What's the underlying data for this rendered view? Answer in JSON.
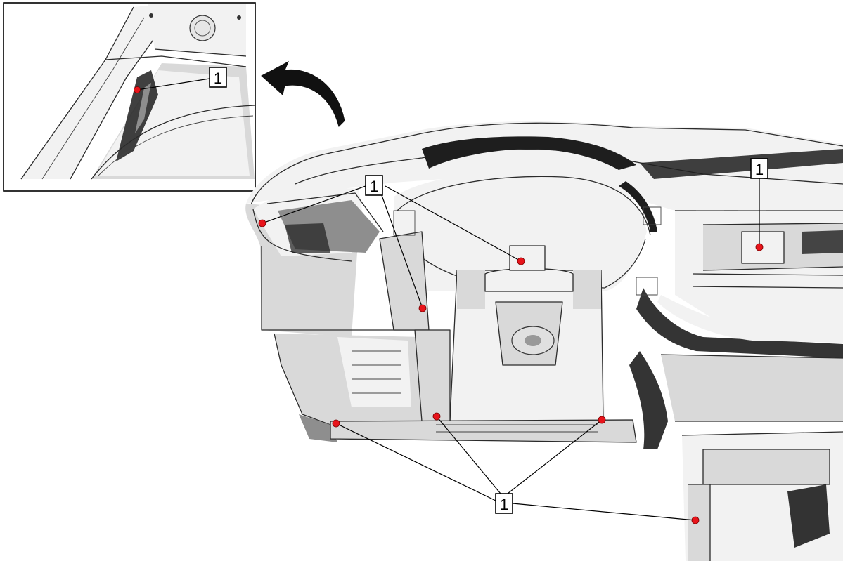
{
  "figure": {
    "inset_callout_label": "1",
    "callout_label": "1",
    "markers": [
      "inset-fastener",
      "left-vent-fastener",
      "upper-center-fastener",
      "left-pillar-fastener",
      "center-stack-fastener",
      "lower-left-fastener",
      "lower-center-left-fastener",
      "lower-center-right-fastener",
      "lower-right-fastener"
    ],
    "colors": {
      "marker": "#e8141b",
      "line": "#000000",
      "part_shadow": "#1e1e1e"
    }
  }
}
